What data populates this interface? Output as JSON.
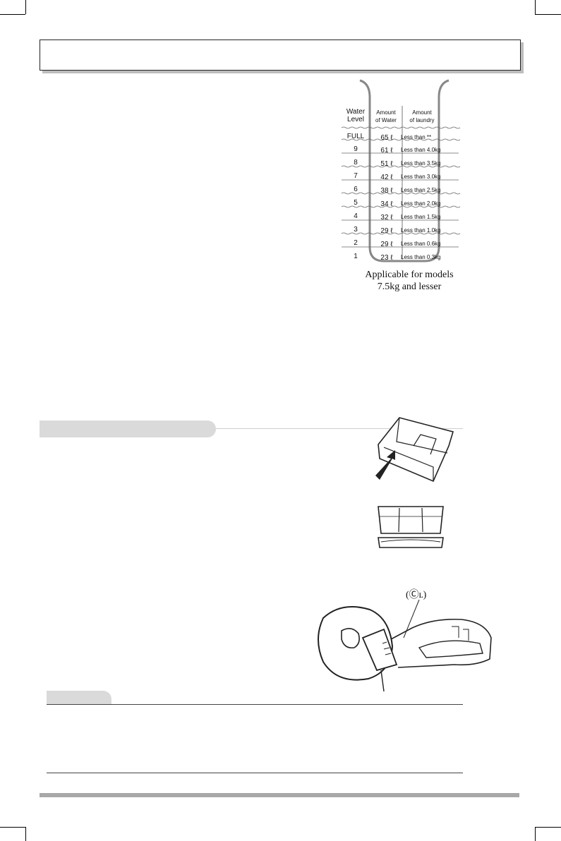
{
  "header": {
    "title": ""
  },
  "water_table": {
    "headers": {
      "level": [
        "Water",
        "Level"
      ],
      "water": [
        "Amount",
        "of Water"
      ],
      "laundry": [
        "Amount",
        "of laundry"
      ]
    },
    "rows": [
      {
        "level": "FULL",
        "water": "65 ℓ",
        "laundry": "Less than **"
      },
      {
        "level": "9",
        "water": "61 ℓ",
        "laundry": "Less than 4.0kg"
      },
      {
        "level": "8",
        "water": "51 ℓ",
        "laundry": "Less than 3.5kg"
      },
      {
        "level": "7",
        "water": "42 ℓ",
        "laundry": "Less than 3.0kg"
      },
      {
        "level": "6",
        "water": "38 ℓ",
        "laundry": "Less than 2.5kg"
      },
      {
        "level": "5",
        "water": "34 ℓ",
        "laundry": "Less than 2.0kg"
      },
      {
        "level": "4",
        "water": "32 ℓ",
        "laundry": "Less than 1.5kg"
      },
      {
        "level": "3",
        "water": "29 ℓ",
        "laundry": "Less than 1.0kg"
      },
      {
        "level": "2",
        "water": "29 ℓ",
        "laundry": "Less than 0.6kg"
      },
      {
        "level": "1",
        "water": "23 ℓ",
        "laundry": "Less than 0.3kg"
      }
    ],
    "caption_line1": "Applicable for models",
    "caption_line2": "7.5kg and lesser"
  },
  "bleach_label": "(Ⓒʟ)",
  "icons": {
    "detergent_box": "detergent-box-illustration",
    "dispenser_tray": "dispenser-tray-illustration",
    "bleach_pour": "bleach-pouring-illustration"
  }
}
